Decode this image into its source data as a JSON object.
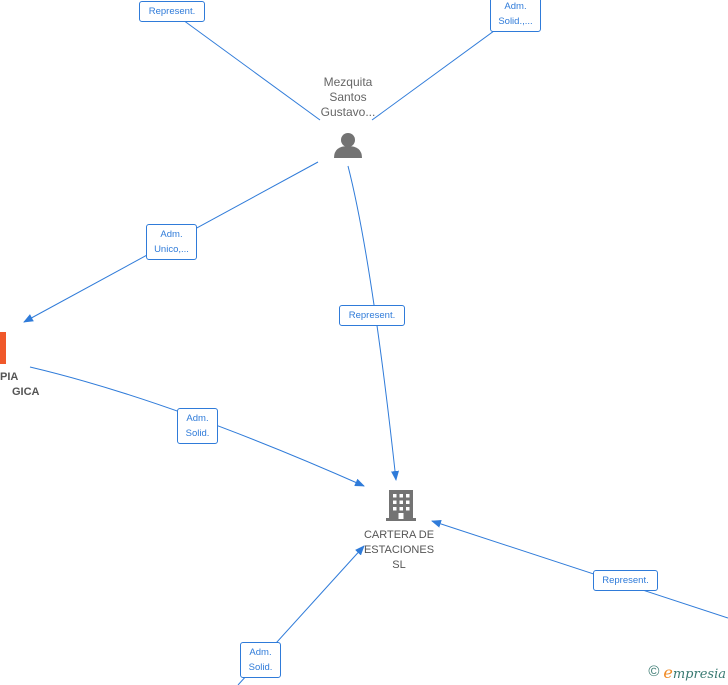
{
  "nodes": {
    "person": {
      "name_lines": [
        "Mezquita",
        "Santos",
        "Gustavo..."
      ],
      "icon": "person-icon",
      "color": "#737373"
    },
    "company_main": {
      "name_lines": [
        "CARTERA DE",
        "ESTACIONES",
        "SL"
      ],
      "icon": "building-icon",
      "color": "#737373"
    },
    "company_left": {
      "name_lines": [
        "PIA",
        "GICA"
      ],
      "icon": "building-icon",
      "color": "#f0582a"
    }
  },
  "edges": [
    {
      "id": "top-left-represent",
      "label_lines": [
        "Represent."
      ]
    },
    {
      "id": "top-right-adm-solid",
      "label_lines": [
        "Adm.",
        "Solid.,..."
      ]
    },
    {
      "id": "person-left-adm-unico",
      "label_lines": [
        "Adm.",
        "Unico,..."
      ]
    },
    {
      "id": "person-main-represent",
      "label_lines": [
        "Represent."
      ]
    },
    {
      "id": "left-main-adm-solid",
      "label_lines": [
        "Adm.",
        "Solid."
      ]
    },
    {
      "id": "right-main-represent",
      "label_lines": [
        "Represent."
      ]
    },
    {
      "id": "bottom-main-adm-solid",
      "label_lines": [
        "Adm.",
        "Solid."
      ]
    }
  ],
  "footer": {
    "copyright": "©",
    "brand_first": "e",
    "brand_rest": "mpresia"
  },
  "colors": {
    "edge": "#2f7bd9",
    "node_text": "#666666",
    "accent": "#f0582a",
    "brand": "#f08a24"
  }
}
